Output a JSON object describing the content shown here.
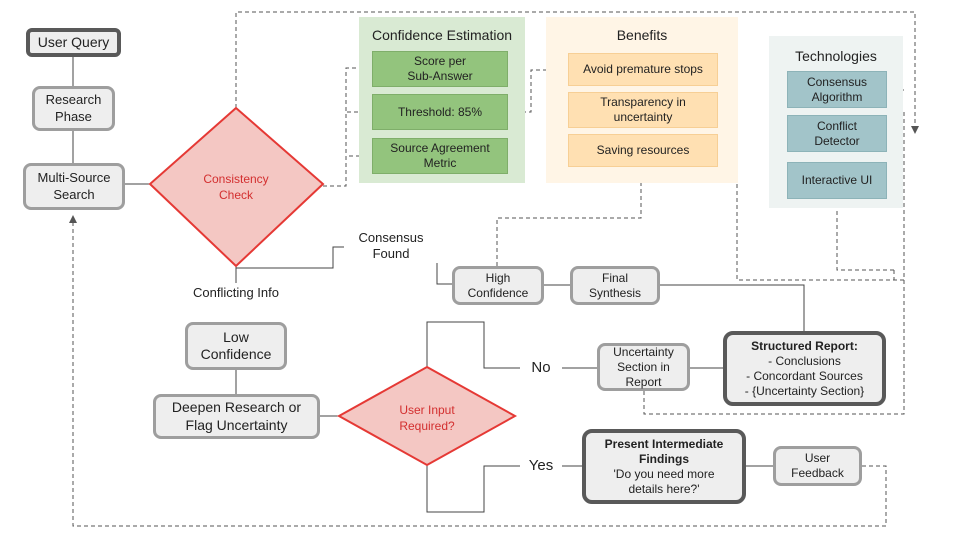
{
  "panels": {
    "confidence": "Confidence Estimation",
    "benefits": "Benefits",
    "technologies": "Technologies"
  },
  "nodes": {
    "user_query": "User Query",
    "research_phase": "Research\nPhase",
    "multi_source": "Multi-Source\nSearch",
    "consistency": "Consistency\nCheck",
    "score": "Score per\nSub-Answer",
    "threshold": "Threshold: 85%",
    "source_agreement": "Source Agreement\nMetric",
    "avoid": "Avoid premature stops",
    "transparency": "Transparency in\nuncertainty",
    "saving": "Saving resources",
    "consensus_algo": "Consensus\nAlgorithm",
    "conflict_detector": "Conflict\nDetector",
    "interactive_ui": "Interactive UI",
    "high_conf": "High\nConfidence",
    "final_synth": "Final\nSynthesis",
    "low_conf": "Low\nConfidence",
    "deepen": "Deepen Research or\nFlag Uncertainty",
    "user_input": "User Input\nRequired?",
    "uncertainty_section": "Uncertainty\nSection in\nReport",
    "report_title": "Structured Report:",
    "report_body": "- Conclusions\n- Concordant Sources\n- {Uncertainty Section}",
    "present_title": "Present Intermediate\nFindings",
    "present_body": "'Do you need more\ndetails here?'",
    "user_feedback": "User\nFeedback"
  },
  "edge_labels": {
    "consensus": "Consensus\nFound",
    "conflicting": "Conflicting Info",
    "no": "No",
    "yes": "Yes"
  },
  "colors": {
    "green_panel": "#d9ead3",
    "green_box": "#93c47d",
    "orange_panel": "#fff5e6",
    "orange_box": "#ffe0b2",
    "teal_panel": "#eef3f2",
    "teal_box": "#a2c4c9",
    "decision_fill": "#f4c7c3",
    "decision_stroke": "#e53935"
  }
}
